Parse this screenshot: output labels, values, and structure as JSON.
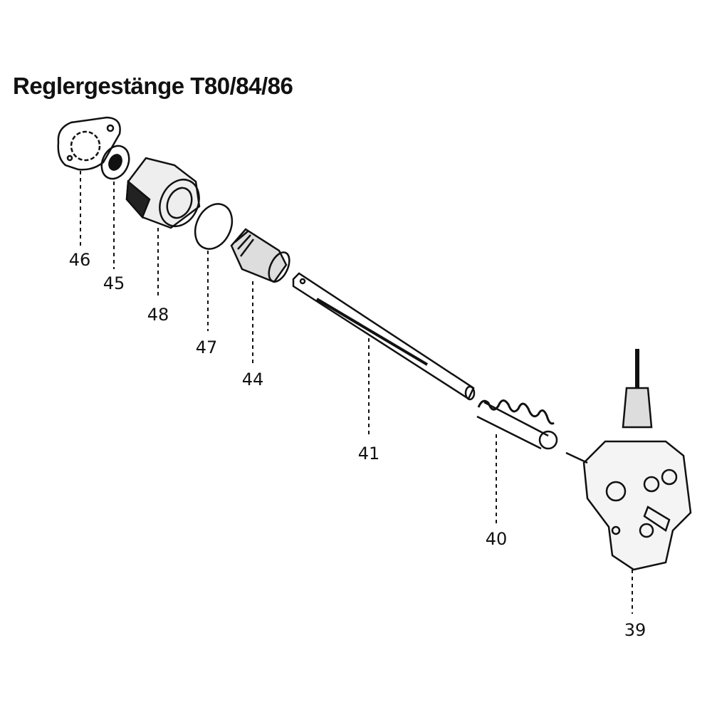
{
  "title": "Reglergestänge T80/84/86",
  "parts": [
    {
      "number": "46",
      "name": "gasket"
    },
    {
      "number": "45",
      "name": "washer"
    },
    {
      "number": "48",
      "name": "nut"
    },
    {
      "number": "47",
      "name": "o-ring"
    },
    {
      "number": "44",
      "name": "plug"
    },
    {
      "number": "41",
      "name": "rod"
    },
    {
      "number": "40",
      "name": "spring"
    },
    {
      "number": "39",
      "name": "governor-housing"
    }
  ]
}
